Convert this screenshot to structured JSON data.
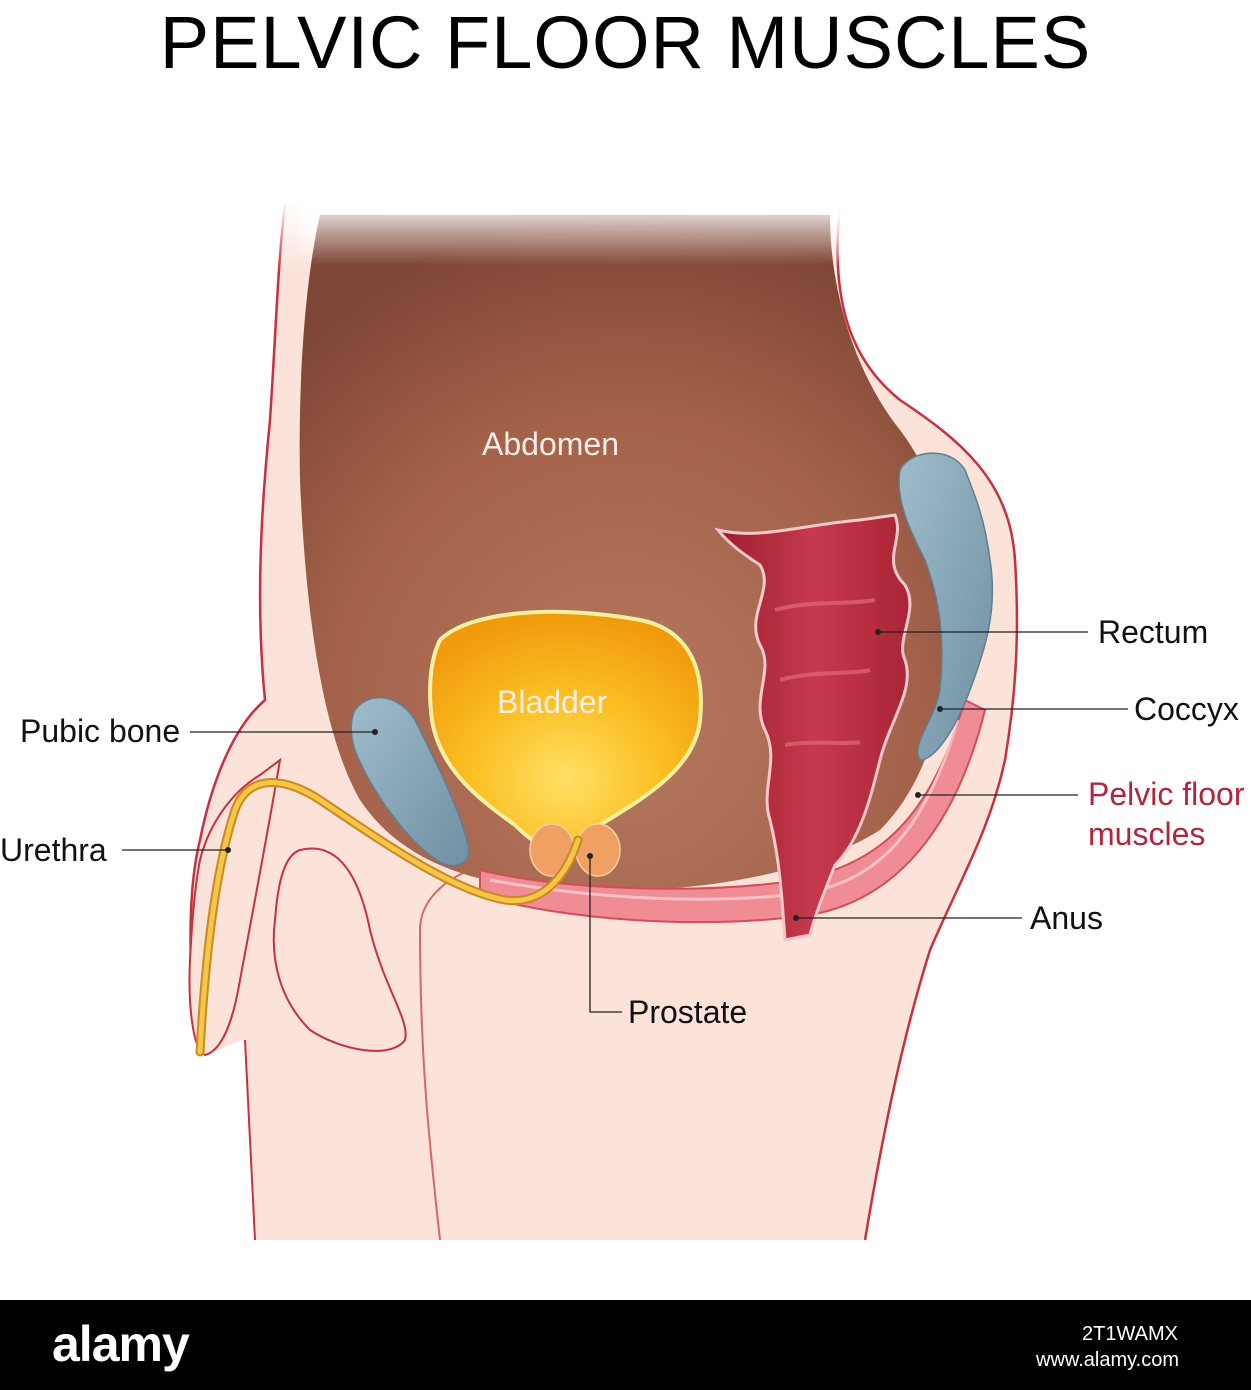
{
  "title": "PELVIC FLOOR MUSCLES",
  "labels": {
    "abdomen": "Abdomen",
    "bladder": "Bladder",
    "rectum": "Rectum",
    "coccyx": "Coccyx",
    "pelvic_floor_line1": "Pelvic floor",
    "pelvic_floor_line2": "muscles",
    "anus": "Anus",
    "prostate": "Prostate",
    "pubic_bone": "Pubic bone",
    "urethra": "Urethra"
  },
  "footer": {
    "logo": "alamy",
    "image_id": "2T1WAMX",
    "url": "www.alamy.com"
  },
  "colors": {
    "skin": "#fbe3d9",
    "outline": "#c8303f",
    "abdomen": "#a86a52",
    "bladder": "#f5a30f",
    "bone": "#7fa1b3",
    "rectum": "#b82a3b",
    "pelvic_floor": "#f08c93",
    "urethra": "#f2b73a",
    "prostate": "#f0a062",
    "label_accent": "#b0263a"
  }
}
